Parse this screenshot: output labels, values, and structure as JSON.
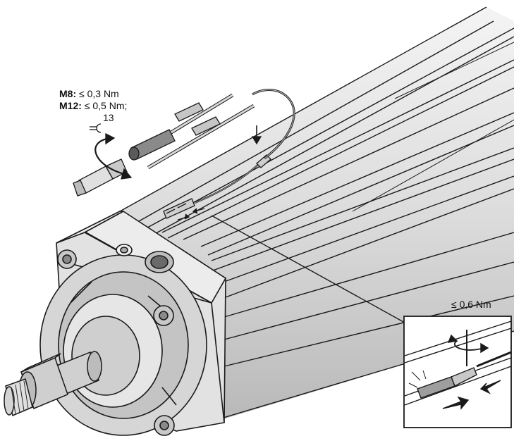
{
  "labels": {
    "m8_key": "M8:",
    "m8_value": "≤ 0,3 Nm",
    "m12_key": "M12:",
    "m12_value": "≤ 0,5 Nm;",
    "wrench_value": "13",
    "detail_torque": "≤ 0,6 Nm"
  },
  "icons": {
    "wrench": "open-end-wrench-icon",
    "rotate": "rotation-arrow-icon",
    "press": "press-arrow-icon"
  },
  "colors": {
    "line": "#1a1a1a",
    "fill_light": "#e8e8e8",
    "fill_mid": "#c8c8c8",
    "fill_dark": "#9a9a9a",
    "background": "#ffffff"
  }
}
